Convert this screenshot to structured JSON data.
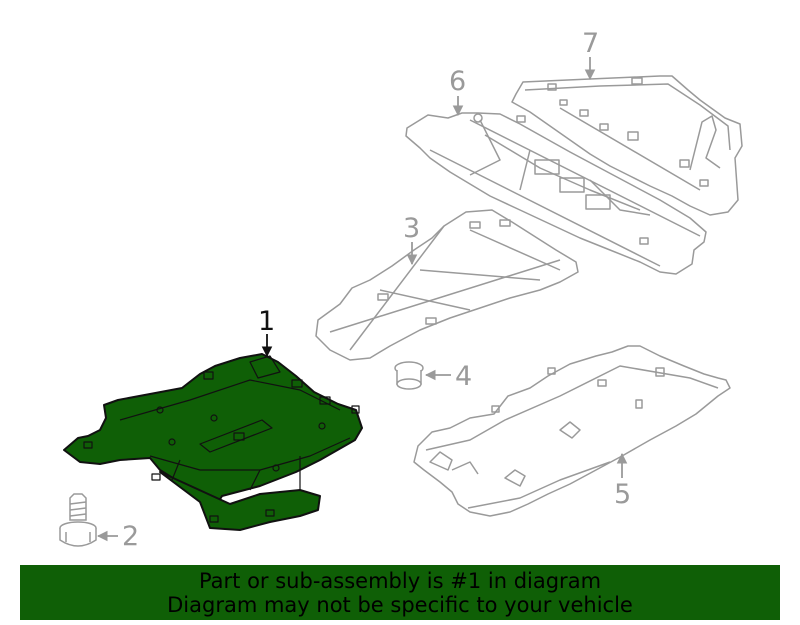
{
  "colors": {
    "highlight_fill": "#0f5f06",
    "other_parts_stroke": "#9a9a9a",
    "highlight_stroke": "#111111",
    "banner_bg": "#0f5f06"
  },
  "callouts": {
    "p1": "1",
    "p2": "2",
    "p3": "3",
    "p4": "4",
    "p5": "5",
    "p6": "6",
    "p7": "7"
  },
  "banner": {
    "line1": "Part or sub-assembly is #1 in diagram",
    "line2": "Diagram may not be specific to your vehicle"
  }
}
